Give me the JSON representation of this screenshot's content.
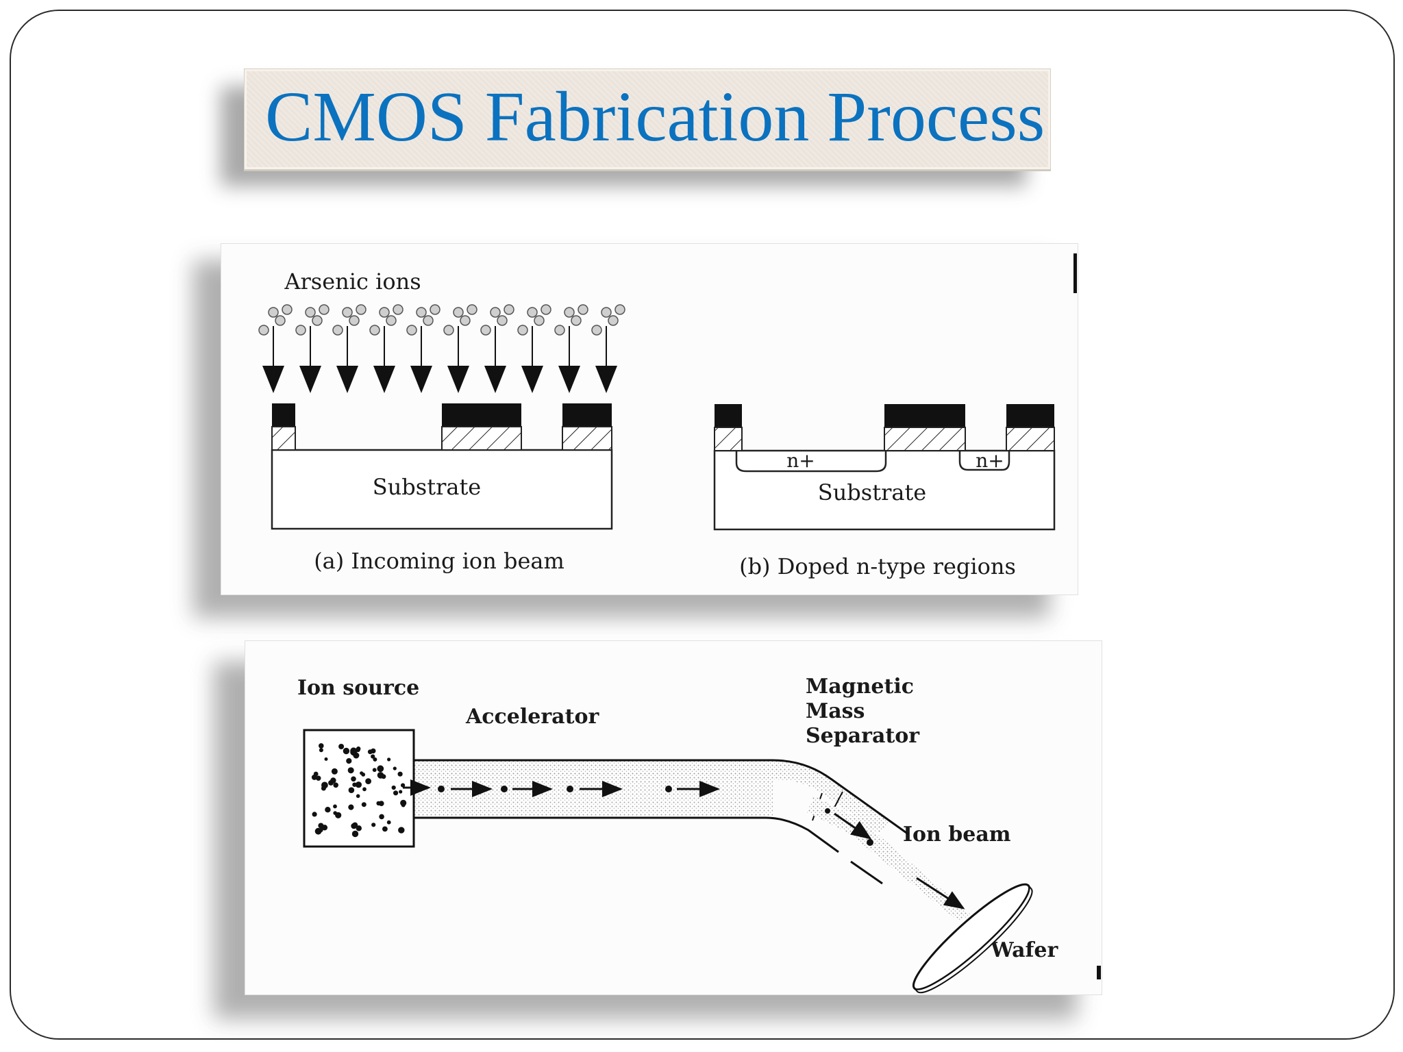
{
  "title": "CMOS Fabrication Process",
  "figure_top": {
    "ion_label": "Arsenic ions",
    "substrate_a": "Substrate",
    "caption_a": "(a) Incoming ion beam",
    "n_region_1": "n+",
    "n_region_2": "n+",
    "substrate_b": "Substrate",
    "caption_b": "(b) Doped n-type regions"
  },
  "figure_bottom": {
    "ion_source": "Ion source",
    "accelerator": "Accelerator",
    "separator_line1": "Magnetic",
    "separator_line2": "Mass",
    "separator_line3": "Separator",
    "ion_beam": "Ion beam",
    "wafer": "Wafer"
  }
}
